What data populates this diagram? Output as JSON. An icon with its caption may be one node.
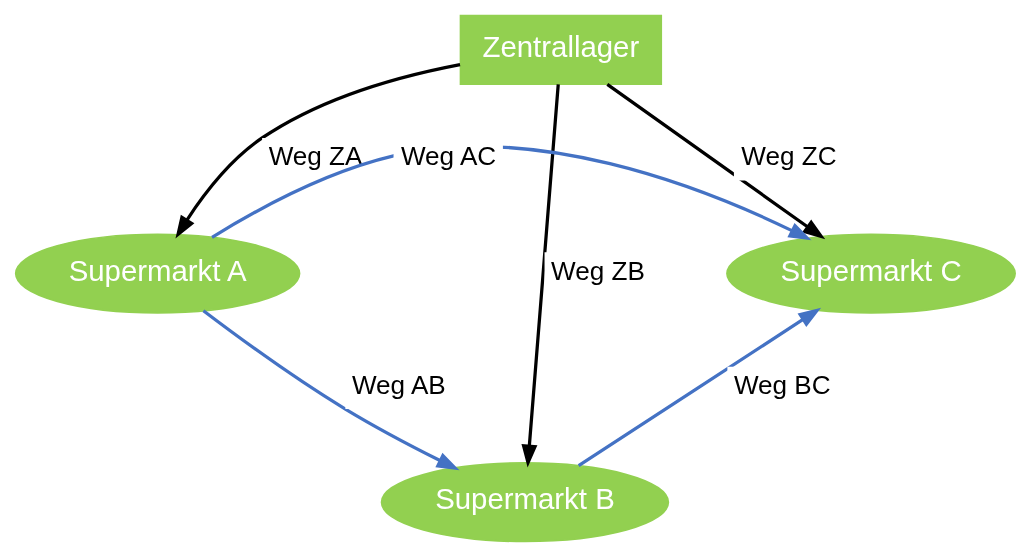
{
  "diagram": {
    "nodes": [
      {
        "text": [
          "Zentrallager"
        ]
      },
      {
        "text": [
          "Supermarkt A"
        ]
      },
      {
        "text": [
          "Supermarkt B"
        ]
      },
      {
        "text": [
          "Supermarkt C"
        ]
      }
    ],
    "edges": [
      {
        "from": 0,
        "to": 1,
        "arrow": "to",
        "label": "Weg ZA",
        "color": "#000000"
      },
      {
        "from": 0,
        "to": 2,
        "arrow": "to",
        "label": "Weg ZB",
        "color": "#000000"
      },
      {
        "from": 0,
        "to": 3,
        "arrow": "to",
        "label": "Weg ZC",
        "color": "#000000"
      },
      {
        "from": 1,
        "to": 2,
        "arrow": "to",
        "label": "Weg AB",
        "color": "#4472c4"
      },
      {
        "from": 2,
        "to": 3,
        "arrow": "to",
        "label": "Weg BC",
        "color": "#4472c4"
      },
      {
        "from": 1,
        "to": 3,
        "arrow": "to",
        "label": "Weg AC",
        "color": "#4472c4"
      }
    ]
  }
}
